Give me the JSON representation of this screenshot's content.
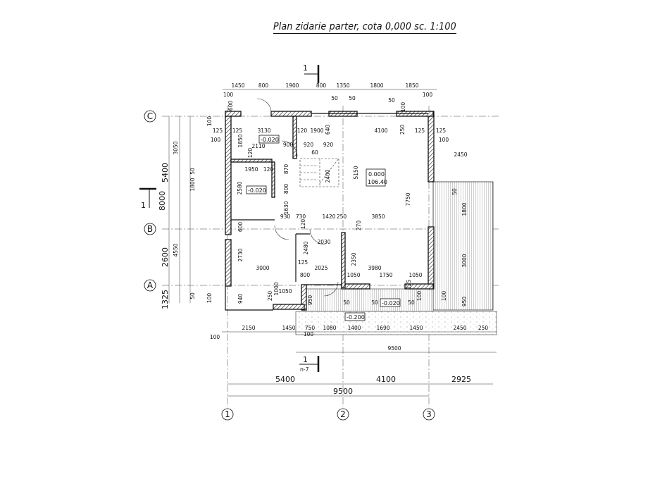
{
  "title": "Plan zidarie parter, cota 0,000 sc. 1:100",
  "section": {
    "number": "1",
    "sheet": "п-7"
  },
  "axes": {
    "horizontal": [
      "C",
      "B",
      "A"
    ],
    "vertical": [
      "1",
      "2",
      "3"
    ]
  },
  "level_tags": [
    "-0.020",
    "-0.020",
    "0.000",
    "106.40",
    "-0.020",
    "-0.200"
  ],
  "top_dims": [
    "1450",
    "800",
    "1900",
    "800",
    "1350",
    "1800",
    "1850",
    "100",
    "600",
    "50",
    "50",
    "50",
    "100",
    "100"
  ],
  "left_dims": [
    "3050",
    "5400",
    "8000",
    "1800",
    "4550",
    "2600",
    "1325",
    "50",
    "50",
    "100",
    "100"
  ],
  "interior_dims": [
    "125",
    "125",
    "3130",
    "120",
    "1900",
    "640",
    "4100",
    "250",
    "125",
    "125",
    "100",
    "100",
    "1850",
    "2110",
    "900",
    "920",
    "920",
    "60",
    "120",
    "1950",
    "120",
    "870",
    "800",
    "2580",
    "5150",
    "7750",
    "2400",
    "1630",
    "930",
    "730",
    "1420",
    "250",
    "3850",
    "600",
    "120",
    "270",
    "2730",
    "2480",
    "2030",
    "2350",
    "125",
    "3000",
    "2025",
    "3980",
    "800",
    "1050",
    "1750",
    "1050",
    "125",
    "940",
    "250",
    "1000",
    "1050",
    "950",
    "50",
    "50",
    "50",
    "100",
    "100",
    "2450",
    "1800",
    "3000",
    "950",
    "50"
  ],
  "bottom_chain": [
    "2150",
    "1450",
    "750",
    "1080",
    "1400",
    "1690",
    "1450",
    "2450",
    "250",
    "100",
    "100",
    "9500"
  ],
  "axis_dims": [
    "5400",
    "4100",
    "2925",
    "9500"
  ],
  "colors": {
    "line": "#111111",
    "hatch": "#555555",
    "paving": "#dddddd"
  }
}
